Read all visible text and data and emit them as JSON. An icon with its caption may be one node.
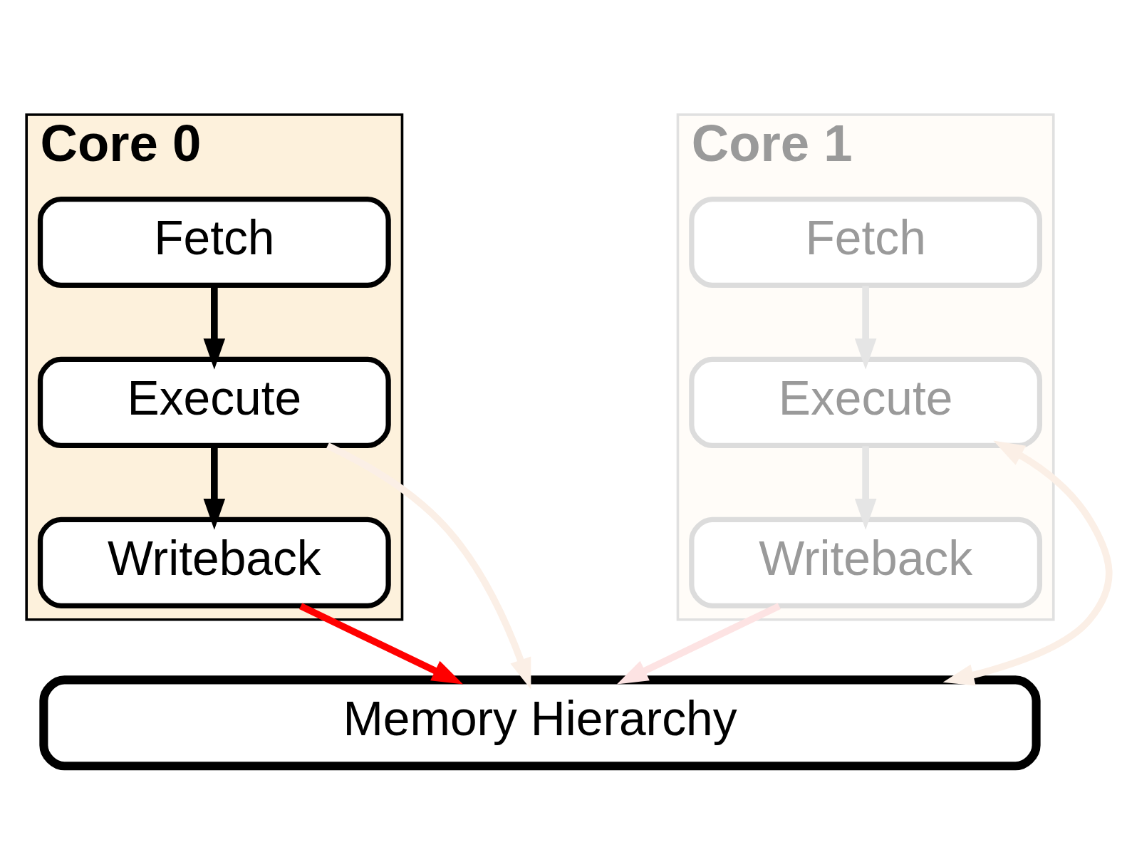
{
  "diagram": {
    "nodes": [
      {
        "text": [
          "Core 0"
        ]
      },
      {
        "text": [
          "Fetch"
        ],
        "in": 0
      },
      {
        "text": [
          "Execute"
        ],
        "in": 0
      },
      {
        "text": [
          "Writeback"
        ],
        "in": 0
      },
      {
        "text": [
          "Core 1"
        ]
      },
      {
        "text": [
          "Fetch"
        ],
        "in": 4
      },
      {
        "text": [
          "Execute"
        ],
        "in": 4
      },
      {
        "text": [
          "Writeback"
        ],
        "in": 4
      },
      {
        "text": [
          "Memory Hierarchy"
        ]
      }
    ],
    "edges": [
      {
        "from": 1,
        "to": 2,
        "arrow": "to"
      },
      {
        "from": 2,
        "to": 3,
        "arrow": "to"
      },
      {
        "from": 3,
        "to": 8,
        "arrow": "to",
        "color": "#ff0000"
      },
      {
        "from": 2,
        "to": 8,
        "arrow": "to",
        "color": "#fbefe6"
      },
      {
        "from": 8,
        "to": 6,
        "arrow": "both",
        "color": "#fbefe6"
      },
      {
        "from": 5,
        "to": 6,
        "arrow": "to",
        "color": "#e5e5e5"
      },
      {
        "from": 6,
        "to": 7,
        "arrow": "to",
        "color": "#e5e5e5"
      },
      {
        "from": 7,
        "to": 8,
        "arrow": "to",
        "color": "#fde3e3"
      }
    ]
  }
}
